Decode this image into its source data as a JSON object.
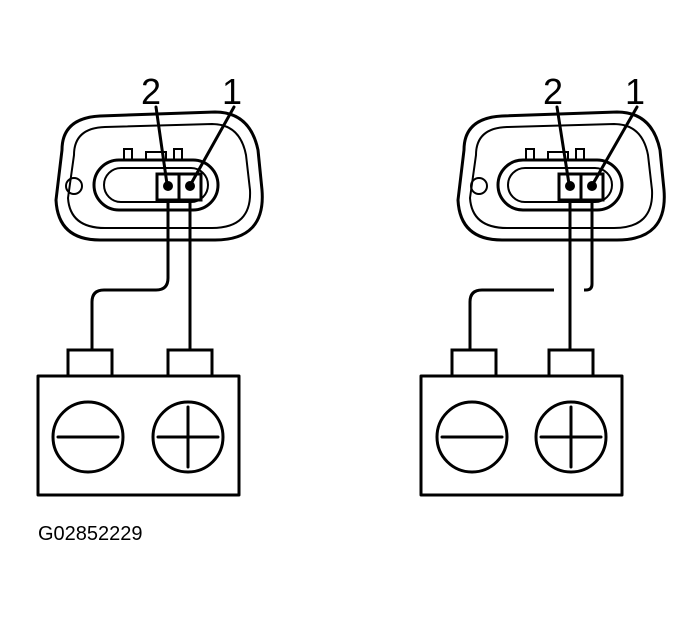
{
  "figure_id": "G02852229",
  "panels": [
    {
      "pin_label_2": "2",
      "pin_label_1": "1",
      "battery_negative": "minus-symbol",
      "battery_positive": "plus-symbol"
    },
    {
      "pin_label_2": "2",
      "pin_label_1": "1",
      "battery_negative": "minus-symbol",
      "battery_positive": "plus-symbol"
    }
  ]
}
